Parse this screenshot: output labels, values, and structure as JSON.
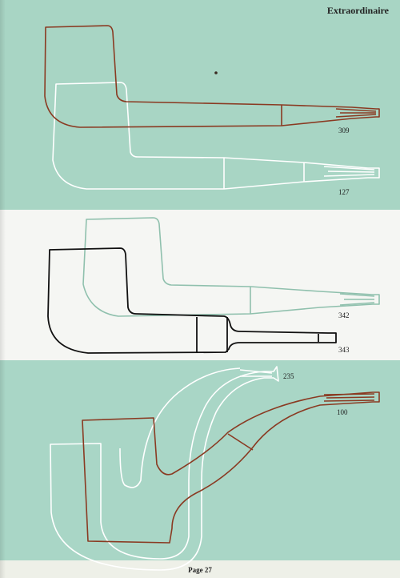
{
  "header": {
    "title": "Extraordinaire"
  },
  "pipes": [
    {
      "number": "309",
      "outline_color": "#8a3a22"
    },
    {
      "number": "127",
      "outline_color": "#ffffff"
    },
    {
      "number": "342",
      "outline_color": "#8fc0ad"
    },
    {
      "number": "343",
      "outline_color": "#111111"
    },
    {
      "number": "235",
      "outline_color": "#ffffff"
    },
    {
      "number": "100",
      "outline_color": "#8a3a22"
    }
  ],
  "footer": {
    "page_label": "Page 27"
  },
  "colors": {
    "green_band": "#a8d5c4",
    "white_band": "#f5f6f3",
    "brown_line": "#8a3a22",
    "white_line": "#ffffff",
    "black_line": "#111111",
    "light_green_line": "#8fc0ad"
  }
}
